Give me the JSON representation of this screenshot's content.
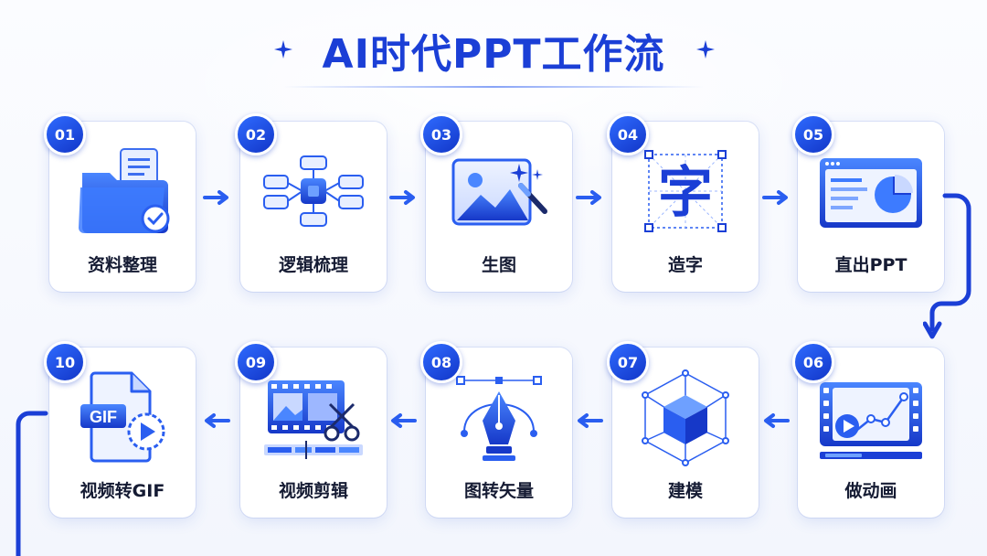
{
  "title": "AI时代PPT工作流",
  "colors": {
    "accent": "#1b3fd6",
    "accent_light": "#3d7bff",
    "card_bg": "#ffffff",
    "label": "#151b33"
  },
  "steps": [
    {
      "number": "01",
      "label": "资料整理",
      "icon": "folder-document-icon"
    },
    {
      "number": "02",
      "label": "逻辑梳理",
      "icon": "mind-map-icon"
    },
    {
      "number": "03",
      "label": "生图",
      "icon": "image-magic-wand-icon"
    },
    {
      "number": "04",
      "label": "造字",
      "icon": "character-glyph-icon",
      "glyph": "字"
    },
    {
      "number": "05",
      "label": "直出PPT",
      "icon": "presentation-slide-icon"
    },
    {
      "number": "06",
      "label": "做动画",
      "icon": "animation-video-icon"
    },
    {
      "number": "07",
      "label": "建模",
      "icon": "3d-cube-icon"
    },
    {
      "number": "08",
      "label": "图转矢量",
      "icon": "vector-pen-icon"
    },
    {
      "number": "09",
      "label": "视频剪辑",
      "icon": "film-scissors-icon"
    },
    {
      "number": "10",
      "label": "视频转GIF",
      "icon": "gif-file-icon",
      "gif_text": "GIF"
    }
  ]
}
